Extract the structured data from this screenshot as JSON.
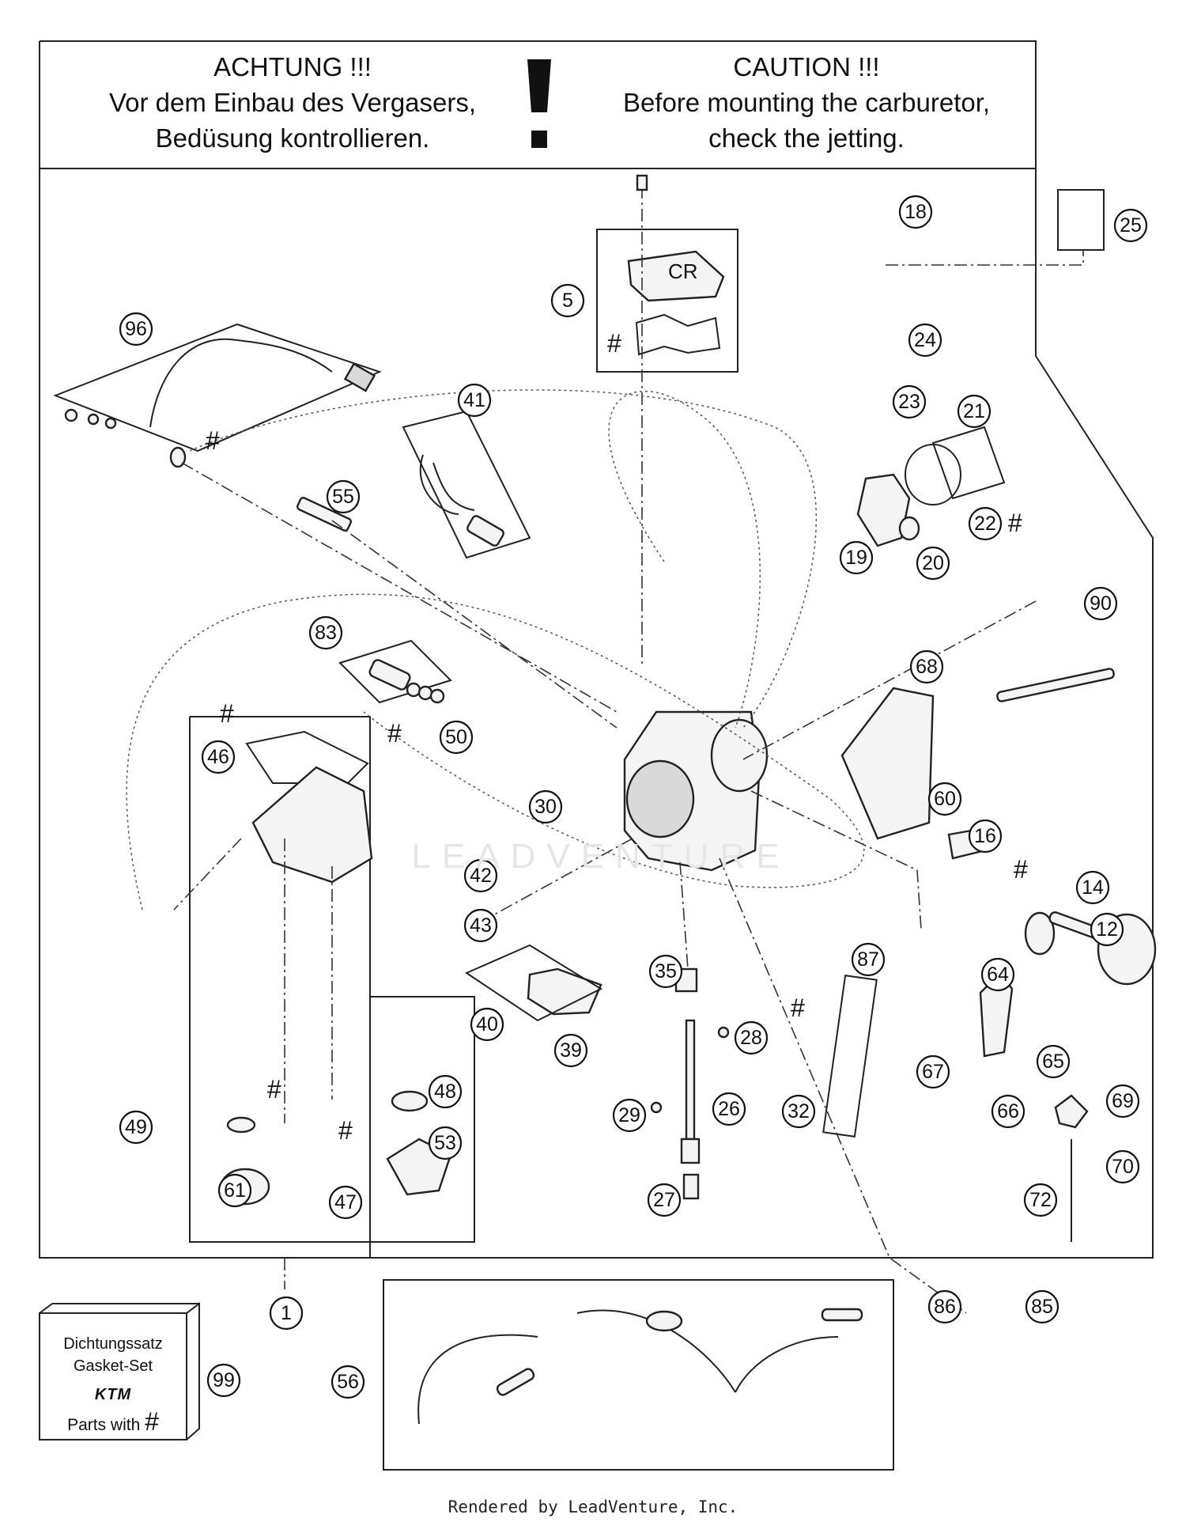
{
  "warning": {
    "de": [
      "ACHTUNG !!!",
      "Vor dem Einbau des Vergasers,",
      "Bedüsung kontrollieren."
    ],
    "en": [
      "CAUTION !!!",
      "Before mounting the carburetor,",
      "check the jetting."
    ]
  },
  "hash_symbol": "#",
  "gasket_set": {
    "line1": "Dichtungssatz",
    "line2": "Gasket-Set",
    "logo": "KTM",
    "line3": "Parts with",
    "hash": "#"
  },
  "footer": "Rendered by LeadVenture, Inc.",
  "watermark": "LEADVENTURE",
  "callouts": [
    "1",
    "5",
    "12",
    "14",
    "16",
    "18",
    "19",
    "20",
    "21",
    "22",
    "23",
    "24",
    "25",
    "26",
    "27",
    "28",
    "29",
    "30",
    "32",
    "35",
    "39",
    "40",
    "41",
    "42",
    "43",
    "46",
    "47",
    "48",
    "49",
    "50",
    "53",
    "55",
    "56",
    "60",
    "61",
    "64",
    "65",
    "66",
    "67",
    "68",
    "69",
    "70",
    "72",
    "83",
    "85",
    "86",
    "87",
    "90",
    "96",
    "99"
  ],
  "colors": {
    "line": "#222222",
    "frame": "#333333",
    "fill": "#f4f4f4"
  }
}
